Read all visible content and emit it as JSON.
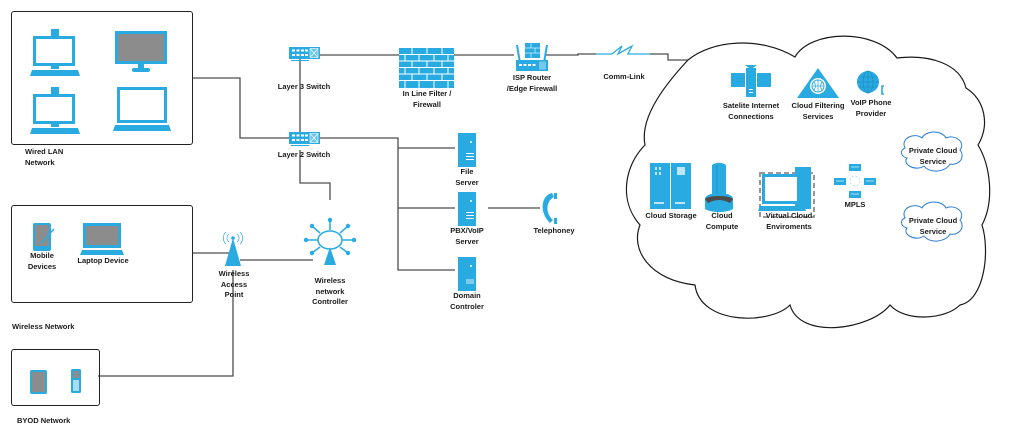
{
  "diagram": {
    "colors": {
      "icon_blue": "#29abe2",
      "icon_dark_blue": "#1c8fc4",
      "line": "#4d4d4d",
      "cloud_outline": "#1a1a1a",
      "private_cloud_outline": "#2f7ed8",
      "screen_gray": "#8c8c8c"
    },
    "regions": {
      "wired_lan": {
        "label": "Wired LAN\nNetwork"
      },
      "wireless": {
        "label": "Wireless Network"
      },
      "byod": {
        "label": "BYOD Network"
      }
    },
    "nodes": {
      "mobile_devices": "Mobile\nDevices",
      "laptop_device": "Laptop Device",
      "layer3_switch": "Layer 3 Switch",
      "layer2_switch": "Layer 2 Switch",
      "firewall": "In Line Filter /\nFirewall",
      "isp_router": "ISP Router\n/Edge Firewall",
      "comm_link": "Comm-Link",
      "wireless_ap": "Wireless\nAccess\nPoint",
      "wireless_controller": "Wireless\nnetwork\nController",
      "file_server": "File\nServer",
      "pbx_server": "PBX/VoIP\nServer",
      "domain_controller": "Domain\nControler",
      "telephony": "Telephoney",
      "satellite": "Satelite Internet\nConnections",
      "cloud_filtering": "Cloud Filtering\nServices",
      "voip_provider": "VoIP Phone\nProvider",
      "cloud_storage": "Cloud Storage",
      "cloud_compute": "Cloud\nCompute",
      "virtual_cloud": "Virtual Cloud\nEnviroments",
      "mpls": "MPLS",
      "private_cloud_1": "Private Cloud\nService",
      "private_cloud_2": "Private Cloud\nService"
    }
  }
}
